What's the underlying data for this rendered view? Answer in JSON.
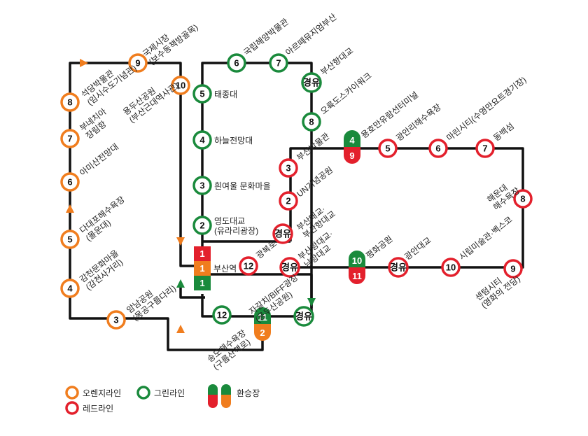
{
  "colors": {
    "orange": "#f07d1e",
    "red": "#e3202c",
    "green": "#1a8a3c",
    "line": "#111111"
  },
  "legend": {
    "orange": "오렌지라인",
    "green": "그린라인",
    "red": "레드라인",
    "transfer": "환승장"
  },
  "transfer_label": "경유",
  "orange_stops": {
    "s1": "부산역",
    "s2": "송도해수욕장\n(구름산책로)",
    "s3": "암남공원\n(몽공구름다리)",
    "s4": "감천문화마을\n(감천사거리)",
    "s5": "다대포해수욕장\n(몰운대)",
    "s6": "아미산전망대",
    "s7": "부네치아\n장림항",
    "s8": "석당박물관\n(임시수도기념관)",
    "s9": "국제시장\n(보수동책방골목)",
    "s10": "용두산공원\n(부산근대역사관)"
  },
  "green_stops": {
    "s2": "영도대교\n(유라리광장)",
    "s3": "흰여울 문화마을",
    "s4": "하늘전망대",
    "s5": "태종대",
    "s6": "국립해양박물관",
    "s7": "아르떼뮤지엄부산",
    "gyeongyu": "부산항대교",
    "s8": "오륙도스카이워크",
    "s4b": "용호만유람선터미널",
    "s10": "평화공원",
    "s11": "자갈치/BIFF광장\n(용두산공원)",
    "s12": "광복로"
  },
  "red_stops": {
    "s3": "부산박물관",
    "s2": "UN기념공원",
    "gyeongyu1": "부산대교·\n부산항대교",
    "s5": "광안리해수욕장",
    "s6": "마린시티(수영만요트경기장)",
    "s7": "동백섬",
    "s8": "해운대\n해수욕장",
    "s9": "센텀시티\n(영화의 전당)",
    "s10": "시립미술관·벡스코",
    "gyeongyu2": "광안대교",
    "s11": "평화공원",
    "gyeongyu3": "부산항대교·\n남항대교",
    "s12": "광복로"
  }
}
